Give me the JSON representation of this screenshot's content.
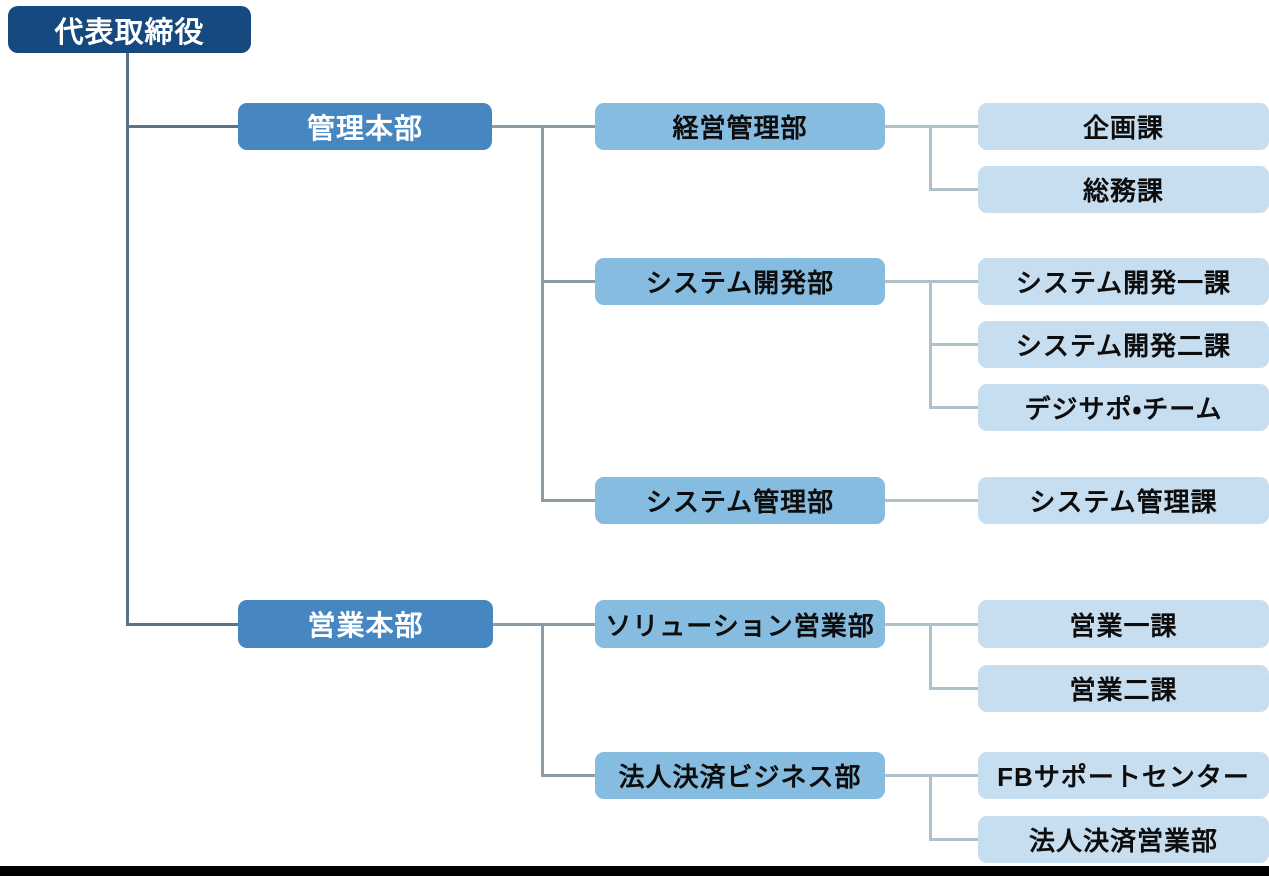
{
  "org": {
    "root": {
      "label": "代表取締役"
    },
    "divisions": [
      {
        "label": "管理本部",
        "departments": [
          {
            "label": "経営管理部",
            "sections": [
              {
                "label": "企画課"
              },
              {
                "label": "総務課"
              }
            ]
          },
          {
            "label": "システム開発部",
            "sections": [
              {
                "label": "システム開発一課"
              },
              {
                "label": "システム開発二課"
              },
              {
                "label": "デジサポ・チーム"
              }
            ]
          },
          {
            "label": "システム管理部",
            "sections": [
              {
                "label": "システム管理課"
              }
            ]
          }
        ]
      },
      {
        "label": "営業本部",
        "departments": [
          {
            "label": "ソリューション営業部",
            "sections": [
              {
                "label": "営業一課"
              },
              {
                "label": "営業二課"
              }
            ]
          },
          {
            "label": "法人決済ビジネス部",
            "sections": [
              {
                "label": "FBサポートセンター"
              },
              {
                "label": "法人決済営業部"
              }
            ]
          }
        ]
      }
    ],
    "colors": {
      "root_box": "#15497F",
      "division_box": "#4687C2",
      "department_box": "#85BCE0",
      "section_box": "#C7DEF1",
      "root_division_text": "#FFFFFF",
      "department_section_text": "#0D0D0D",
      "connector_level1": "#5D7282",
      "connector_level2": "#8C9CA6",
      "connector_level3": "#AFC1CA",
      "footer_bar": "#000000"
    }
  }
}
